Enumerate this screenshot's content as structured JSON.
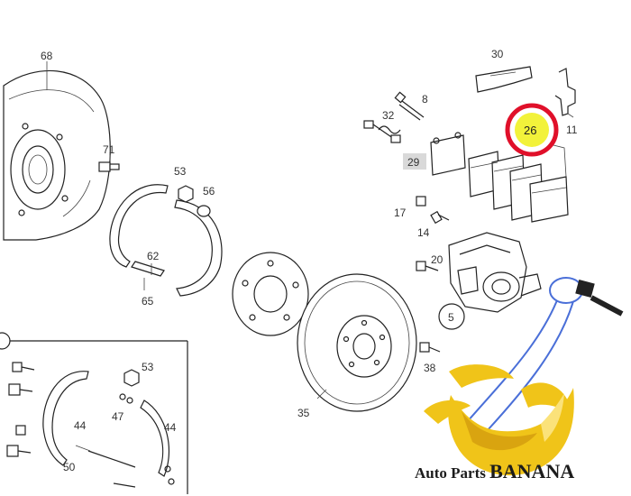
{
  "colors": {
    "highlight_fill": "#f2f23a",
    "highlight_ring": "#e0102a",
    "callout_box": "#d9d9d9",
    "banana_yellow": "#f0c419",
    "banana_shadow": "#c98f0a",
    "arm_blue": "#4a6fd8",
    "brand_text": "#1c1c1c"
  },
  "callouts": {
    "c68": "68",
    "c71": "71",
    "c53a": "53",
    "c56": "56",
    "c62": "62",
    "c65": "65",
    "c8": "8",
    "c32": "32",
    "c29": "29",
    "c30": "30",
    "c26": "26",
    "c11": "11",
    "c17": "17",
    "c14": "14",
    "c20": "20",
    "c5": "5",
    "c38": "38",
    "c35": "35",
    "c53b": "53",
    "c47": "47",
    "c44a": "44",
    "c44b": "44",
    "c50": "50"
  },
  "highlighted_part": "26",
  "brand": {
    "name": "Auto Parts BANANA",
    "prefix": "Auto Parts ",
    "suffix": "BANANA"
  },
  "icons": {
    "logo": "banana-logo-icon",
    "highlight_ring": "red-circle-marker"
  }
}
